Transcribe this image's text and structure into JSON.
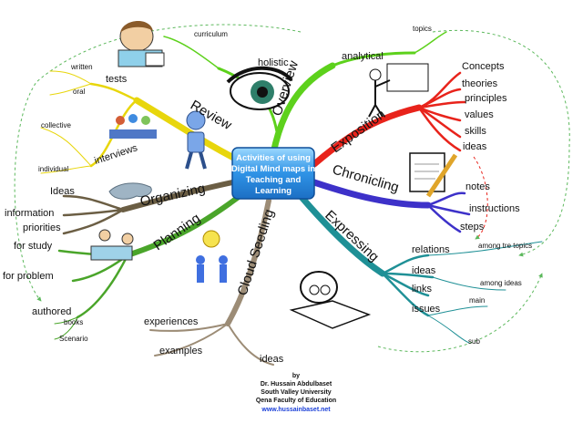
{
  "center": {
    "lines": [
      "Activities of using",
      "Digital Mind maps in",
      "Teaching and",
      "Learning"
    ]
  },
  "branches": {
    "overview": {
      "label": "Overview",
      "color": "#5dd11c",
      "leaves": [
        "holistic",
        "analytical"
      ],
      "tiny": [
        "curriculum",
        "topics"
      ]
    },
    "exposition": {
      "label": "Exposition",
      "color": "#e8231b",
      "leaves": [
        "Concepts",
        "theories",
        "principles",
        "values",
        "skills",
        "ideas"
      ]
    },
    "chronicling": {
      "label": "Chronicling",
      "color": "#3d31c9",
      "leaves": [
        "notes",
        "instructions",
        "steps"
      ]
    },
    "expressing": {
      "label": "Expressing",
      "color": "#1f9096",
      "leaves": [
        "relations",
        "ideas",
        "links",
        "issues"
      ],
      "tiny": [
        "among tre topics",
        "among ideas",
        "main",
        "sub"
      ]
    },
    "cloud": {
      "label": "Cloud Seeding",
      "color": "#9c8c76",
      "leaves": [
        "experiences",
        "examples",
        "ideas"
      ]
    },
    "planning": {
      "label": "Planning",
      "color": "#4aa52a",
      "leaves": [
        "for study",
        "for problem",
        "authored"
      ],
      "tiny": [
        "books",
        "Scenario"
      ]
    },
    "organizing": {
      "label": "Organizing",
      "color": "#6b5e44",
      "leaves": [
        "Ideas",
        "information",
        "priorities"
      ]
    },
    "review": {
      "label": "Review",
      "color": "#e8d60c",
      "leaves": [
        "tests",
        "interviews"
      ],
      "tiny": [
        "written",
        "oral",
        "collective",
        "individual"
      ]
    }
  },
  "credits": [
    "by",
    "Dr. Hussain Abdulbaset",
    "South Valley University",
    "Qena Faculty of Education",
    "www.hussainbaset.net"
  ]
}
